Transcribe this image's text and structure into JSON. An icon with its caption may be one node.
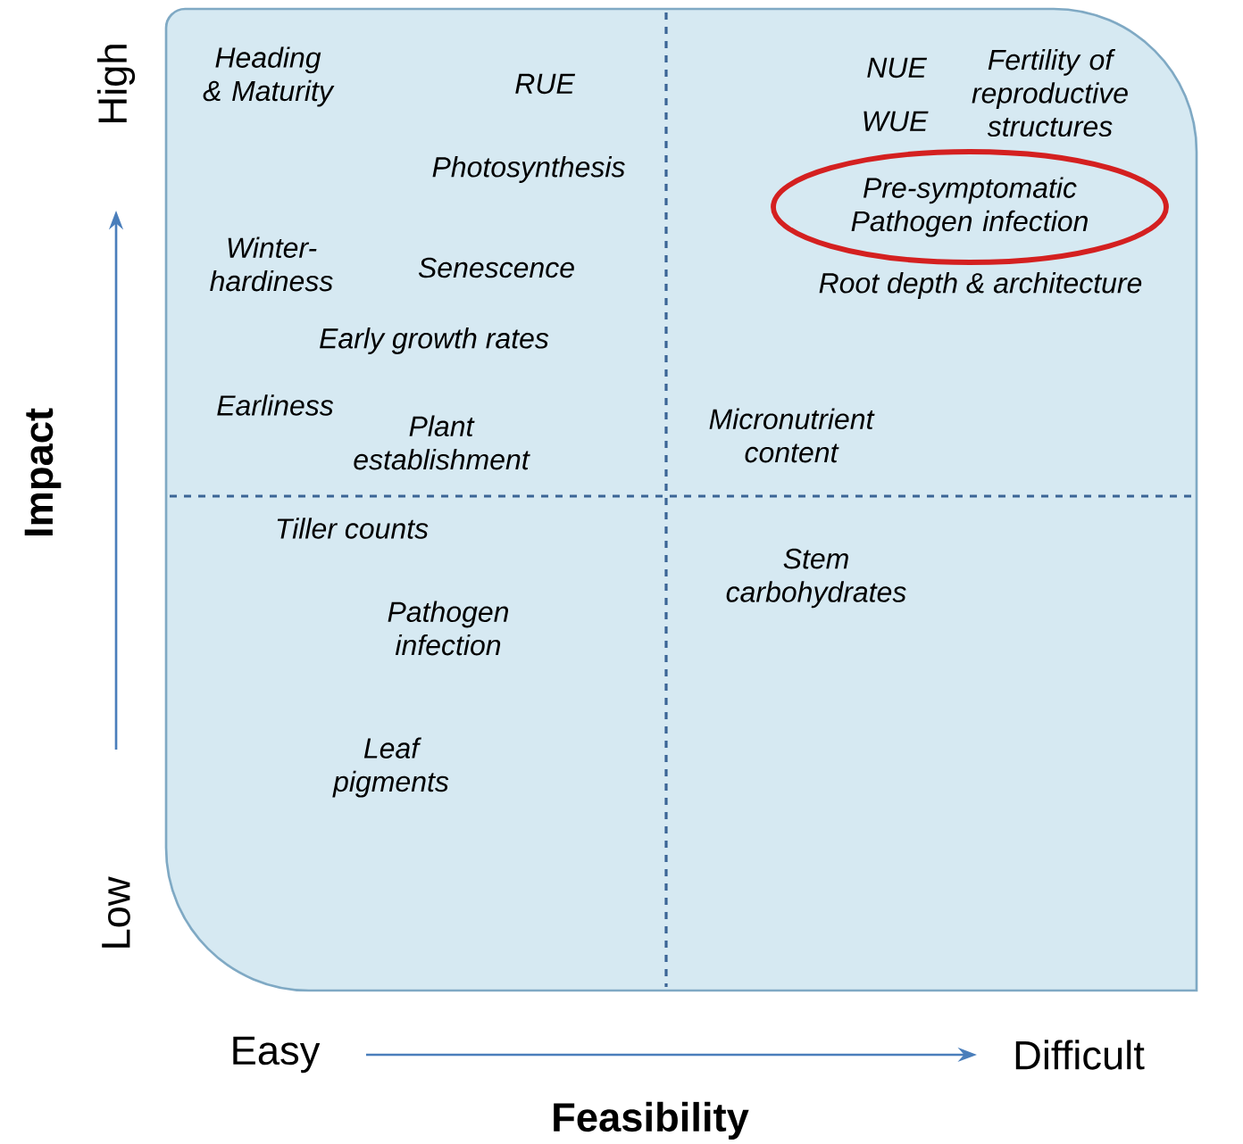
{
  "diagram": {
    "nodes": [
      {
        "text": [
          "Pre-symptomatic Pathogen infection"
        ]
      }
    ],
    "edges": [],
    "labels": [
      "Heading & Maturity",
      "RUE",
      "NUE",
      "Fertility of reproductive structures",
      "WUE",
      "Photosynthesis",
      "Winter- hardiness",
      "Senescence",
      "Root depth & architecture",
      "Early growth rates",
      "Earliness",
      "Plant establishment",
      "Micronutrient content",
      "Tiller counts",
      "Stem carbohydrates",
      "Pathogen infection",
      "Leaf pigments",
      "High",
      "Impact",
      "Low",
      "Easy",
      "Difficult",
      "Feasibility"
    ]
  }
}
